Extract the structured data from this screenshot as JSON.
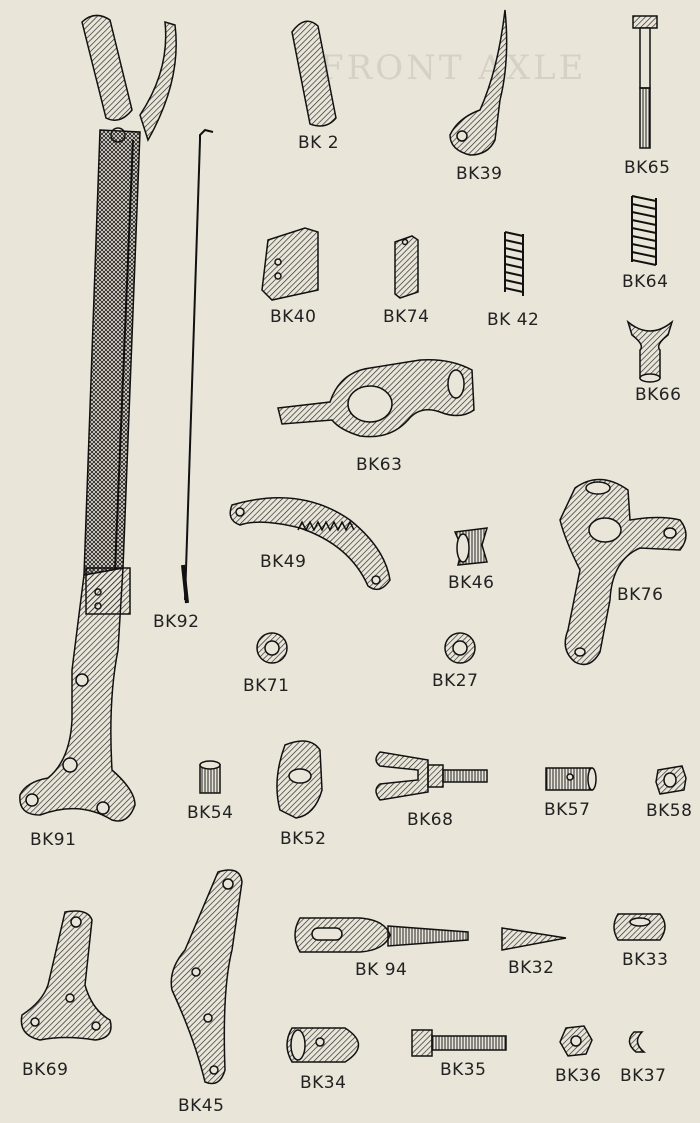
{
  "show_through_text": "FRONT AXLE",
  "labels": {
    "bk2": "BK 2",
    "bk39": "BK39",
    "bk65": "BK65",
    "bk40": "BK40",
    "bk74": "BK74",
    "bk42": "BK 42",
    "bk64": "BK64",
    "bk66": "BK66",
    "bk63": "BK63",
    "bk49": "BK49",
    "bk46": "BK46",
    "bk76": "BK76",
    "bk92": "BK92",
    "bk71": "BK71",
    "bk27": "BK27",
    "bk91": "BK91",
    "bk54": "BK54",
    "bk52": "BK52",
    "bk68": "BK68",
    "bk57": "BK57",
    "bk58": "BK58",
    "bk69": "BK69",
    "bk45": "BK45",
    "bk94": "BK 94",
    "bk32": "BK32",
    "bk33": "BK33",
    "bk34": "BK34",
    "bk35": "BK35",
    "bk36": "BK36",
    "bk37": "BK37"
  },
  "colors": {
    "paper": "#e9e5d9",
    "ink": "#222222",
    "show_through": "#d5d1c6"
  }
}
